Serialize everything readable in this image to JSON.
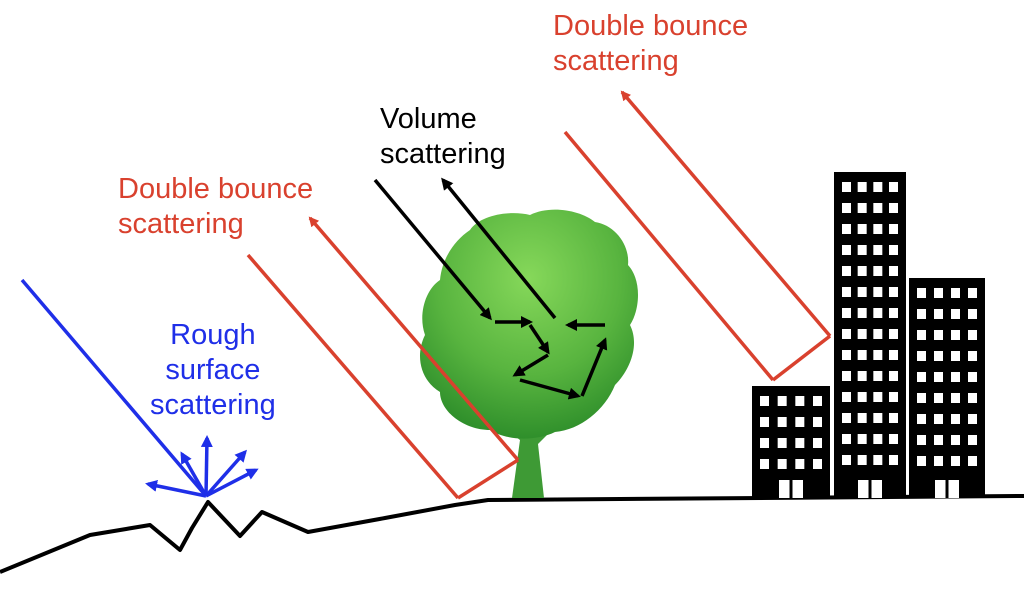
{
  "labels": {
    "double_bounce_right": [
      "Double bounce",
      "scattering"
    ],
    "volume": [
      "Volume",
      "scattering"
    ],
    "double_bounce_left": [
      "Double bounce",
      "scattering"
    ],
    "rough": [
      "Rough",
      "surface",
      "scattering"
    ]
  },
  "colors": {
    "rough": "#1f2fe8",
    "double_bounce": "#d9412e",
    "volume": "#000000",
    "ground": "#000000",
    "tree_light": "#7fcf4e",
    "tree_dark": "#2f8f2b",
    "trunk": "#3e9a35",
    "building": "#000000",
    "window": "#ffffff"
  },
  "icons": [
    "tree-icon",
    "buildings-icon"
  ]
}
